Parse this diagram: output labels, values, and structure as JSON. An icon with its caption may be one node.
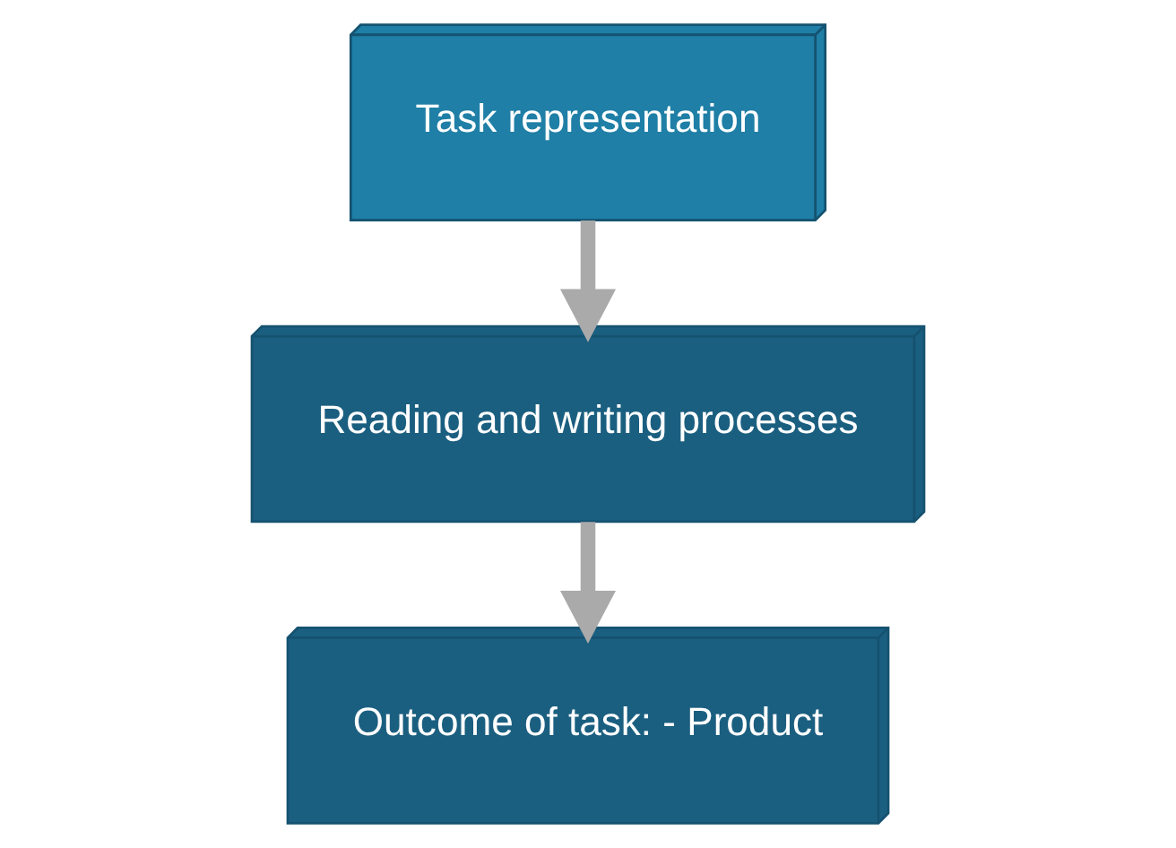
{
  "diagram": {
    "nodes": [
      {
        "text": [
          "Task representation"
        ]
      },
      {
        "text": [
          "Reading and writing processes"
        ]
      },
      {
        "text": [
          "Outcome of task: - Product"
        ]
      }
    ],
    "edges": [
      {
        "from": 0,
        "to": 1,
        "arrow": "to"
      },
      {
        "from": 1,
        "to": 2,
        "arrow": "to"
      }
    ]
  }
}
